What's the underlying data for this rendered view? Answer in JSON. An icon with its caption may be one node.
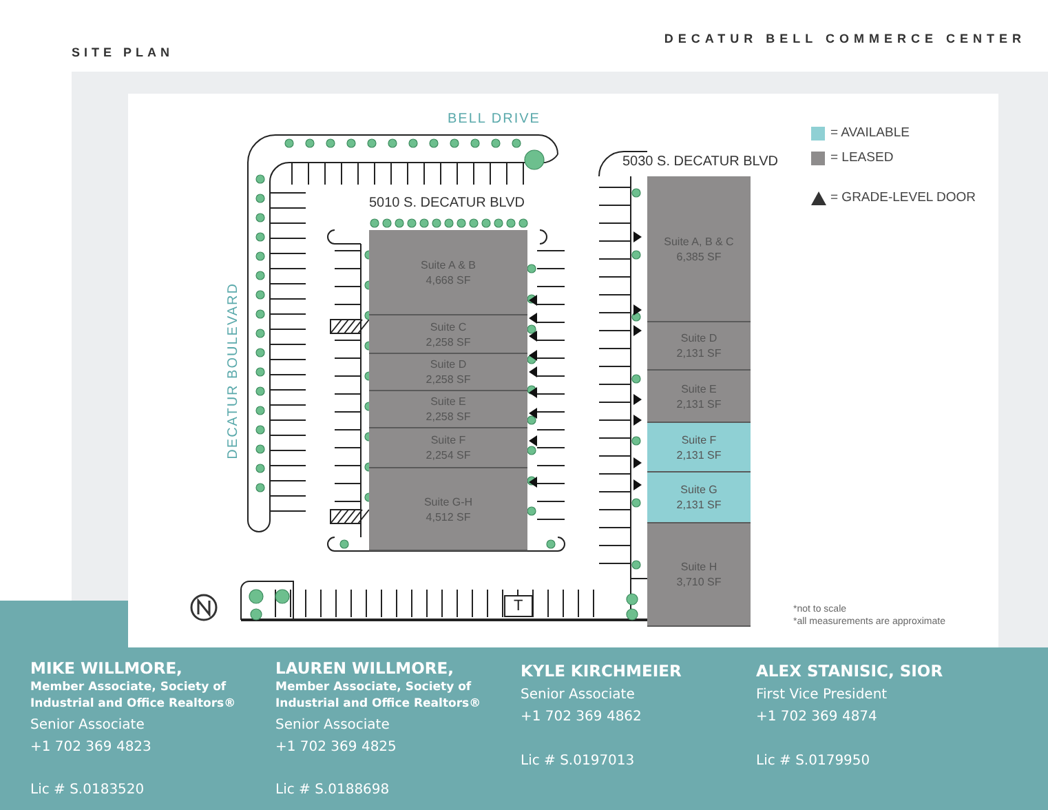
{
  "diagram": {
    "title": "DECATUR BELL COMMERCE CENTER",
    "nodes": [
      {
        "text": [
          "5010 S. DECATUR BLVD"
        ]
      },
      {
        "text": [
          "Suite A & B",
          "4,668 SF"
        ],
        "in": 0
      },
      {
        "text": [
          "Suite C",
          "2,258 SF"
        ],
        "in": 0
      },
      {
        "text": [
          "Suite D",
          "2,258 SF"
        ],
        "in": 0
      },
      {
        "text": [
          "Suite E",
          "2,258 SF"
        ],
        "in": 0
      },
      {
        "text": [
          "Suite F",
          "2,254 SF"
        ],
        "in": 0
      },
      {
        "text": [
          "Suite G-H",
          "4,512 SF"
        ],
        "in": 0
      },
      {
        "text": [
          "5030 S. DECATUR BLVD"
        ]
      },
      {
        "text": [
          "Suite A, B & C",
          "6,385 SF"
        ],
        "in": 7
      },
      {
        "text": [
          "Suite D",
          "2,131 SF"
        ],
        "in": 7
      },
      {
        "text": [
          "Suite E",
          "2,131 SF"
        ],
        "in": 7
      },
      {
        "text": [
          "Suite F",
          "2,131 SF"
        ],
        "in": 7
      },
      {
        "text": [
          "Suite G",
          "2,131 SF"
        ],
        "in": 7
      },
      {
        "text": [
          "Suite H",
          "3,710 SF"
        ],
        "in": 7
      }
    ],
    "edges": [],
    "labels": [
      "SITE PLAN",
      "BELL DRIVE",
      "DECATUR BOULEVARD",
      "T",
      "*not to scale",
      "*all measurements are approximate",
      "MIKE WILLMORE,",
      "Member Associate, Society of Industrial and Office Realtors®",
      "Senior Associate",
      "+1 702 369 4823",
      "Lic # S.0183520",
      "LAUREN WILLMORE,",
      "Member Associate, Society of Industrial and Office Realtors®",
      "Senior Associate",
      "+1 702 369 4825",
      "Lic # S.0188698",
      "KYLE KIRCHMEIER",
      "Senior Associate",
      "+1 702 369 4862",
      "Lic # S.0197013",
      "ALEX STANISIC, SIOR",
      "First Vice President",
      "+1 702 369 4874",
      "Lic # S.0179950"
    ],
    "legend": [
      {
        "text": "= AVAILABLE",
        "color": "#8fd0d4"
      },
      {
        "text": "= LEASED",
        "color": "#8e8c8c"
      },
      {
        "text": "= GRADE-LEVEL DOOR"
      }
    ]
  }
}
